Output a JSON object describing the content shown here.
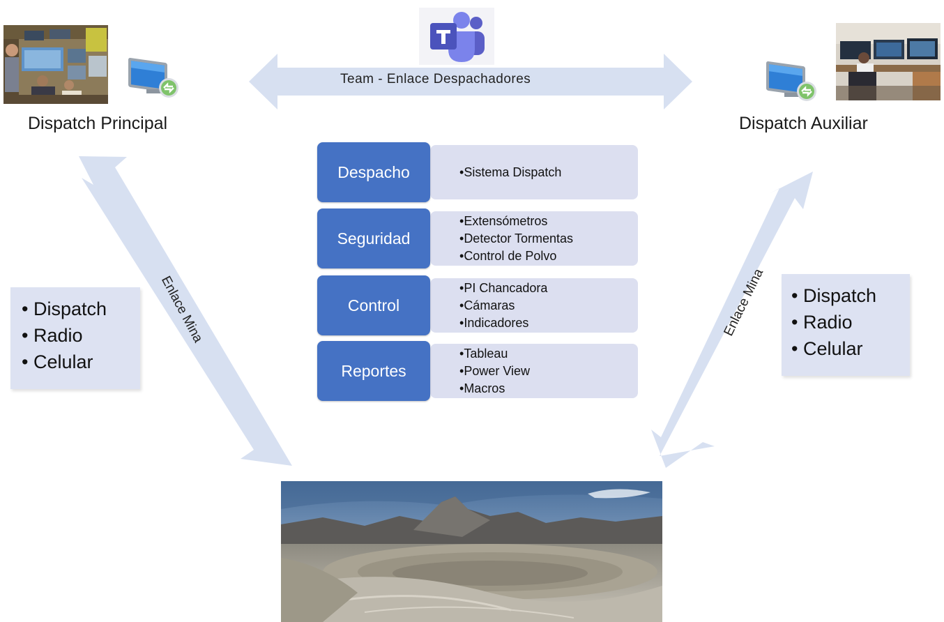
{
  "top_link": {
    "label": "Team  -  Enlace Despachadores"
  },
  "left_site": {
    "title": "Dispatch Principal"
  },
  "right_site": {
    "title": "Dispatch Auxiliar"
  },
  "left_link": {
    "label": "Enlace Mina"
  },
  "right_link": {
    "label": "Enlace Mina"
  },
  "left_box": {
    "items": [
      "Dispatch",
      "Radio",
      "Celular"
    ]
  },
  "right_box": {
    "items": [
      "Dispatch",
      "Radio",
      "Celular"
    ]
  },
  "categories": [
    {
      "label": "Despacho",
      "items": [
        "Sistema Dispatch"
      ]
    },
    {
      "label": "Seguridad",
      "items": [
        "Extensómetros",
        "Detector Tormentas",
        "Control de Polvo"
      ]
    },
    {
      "label": "Control",
      "items": [
        "PI Chancadora",
        "Cámaras",
        "Indicadores"
      ]
    },
    {
      "label": "Reportes",
      "items": [
        "Tableau",
        "Power View",
        "Macros"
      ]
    }
  ],
  "colors": {
    "arrow": "#d7e0f1",
    "category_button": "#4572c4",
    "category_panel": "#dcdff0",
    "teams_purple": "#5b5fc7"
  },
  "icons": {
    "teams": "teams-logo-icon",
    "remote_desktop": "remote-desktop-computer-icon"
  }
}
